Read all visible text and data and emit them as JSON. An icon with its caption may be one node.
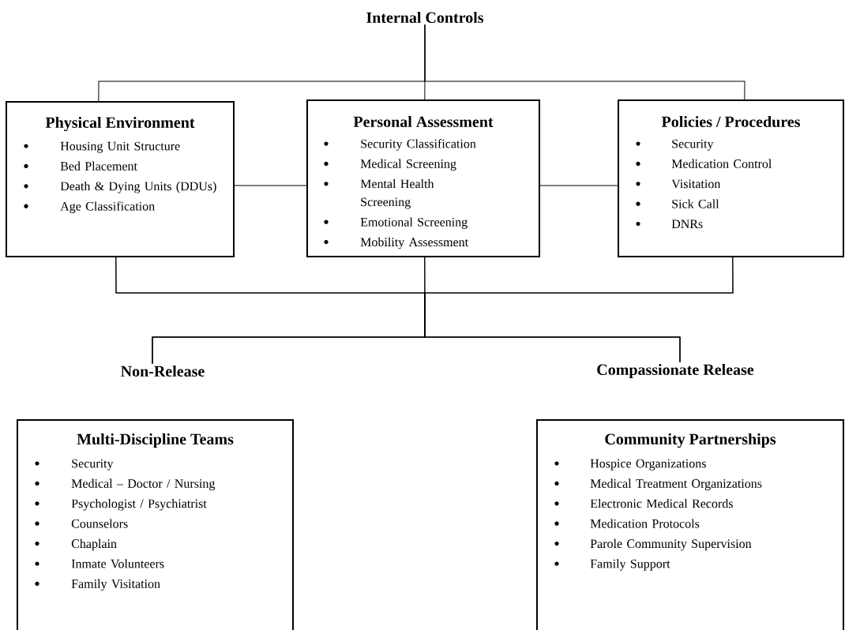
{
  "diagram": {
    "nodes": [
      {
        "text": [
          "Internal Controls"
        ]
      },
      {
        "text": [
          "Physical Environment",
          "Housing Unit Structure",
          "Bed Placement",
          "Death & Dying Units (DDUs)",
          "Age Classification"
        ]
      },
      {
        "text": [
          "Personal Assessment",
          "Security Classification",
          "Medical Screening",
          "Mental Health Screening",
          "Emotional Screening",
          "Mobility Assessment"
        ]
      },
      {
        "text": [
          "Policies / Procedures",
          "Security",
          "Medication Control",
          "Visitation",
          "Sick Call",
          "DNRs"
        ]
      },
      {
        "text": [
          "Non-Release"
        ]
      },
      {
        "text": [
          "Compassionate Release"
        ]
      },
      {
        "text": [
          "Multi-Discipline Teams",
          "Security",
          "Medical – Doctor / Nursing",
          "Psychologist / Psychiatrist",
          "Counselors",
          "Chaplain",
          "Inmate Volunteers",
          "Family Visitation"
        ]
      },
      {
        "text": [
          "Community Partnerships",
          "Hospice Organizations",
          "Medical Treatment Organizations",
          "Electronic Medical Records",
          "Medication Protocols",
          "Parole Community Supervision",
          "Family Support"
        ]
      }
    ],
    "edges": [
      {
        "from": 0,
        "to": 1,
        "arrow": "none"
      },
      {
        "from": 0,
        "to": 2,
        "arrow": "none"
      },
      {
        "from": 0,
        "to": 3,
        "arrow": "none"
      },
      {
        "from": 1,
        "to": 2,
        "arrow": "none"
      },
      {
        "from": 2,
        "to": 3,
        "arrow": "none"
      },
      {
        "from": 1,
        "to": 4,
        "arrow": "none"
      },
      {
        "from": 1,
        "to": 5,
        "arrow": "none"
      },
      {
        "from": 2,
        "to": 4,
        "arrow": "none"
      },
      {
        "from": 2,
        "to": 5,
        "arrow": "none"
      },
      {
        "from": 3,
        "to": 4,
        "arrow": "none"
      },
      {
        "from": 3,
        "to": 5,
        "arrow": "none"
      }
    ]
  }
}
